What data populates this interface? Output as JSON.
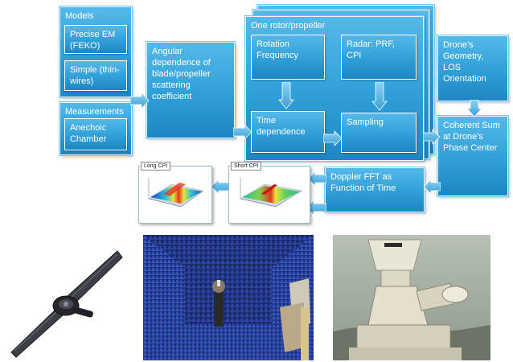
{
  "diagram": {
    "models": {
      "title": "Models",
      "precise": "Precise EM (FEKO)",
      "simple": "Simple (thin-wires)"
    },
    "measurements": {
      "title": "Measurements",
      "anechoic": "Anechoic Chamber"
    },
    "angular": "Angular dependence of blade/propeller scattering coefficient",
    "rotor": {
      "title": "One rotor/propeller",
      "rotation": "Rotation Frequency",
      "radar": "Radar: PRF, CPI",
      "time": "Time dependence",
      "sampling": "Sampling"
    },
    "geometry": "Drone’s Geometry, LOS Orientation",
    "coherent": "Coherent Sum at Drone’s Phase Center",
    "doppler": "Doppler FFT as Function of Time",
    "long_cpi": "Long CPI",
    "short_cpi": "Short CPI"
  },
  "colors": {
    "box_top": "#55b9e8",
    "box_bottom": "#1f86c2",
    "arrow": "#4aaee0"
  }
}
